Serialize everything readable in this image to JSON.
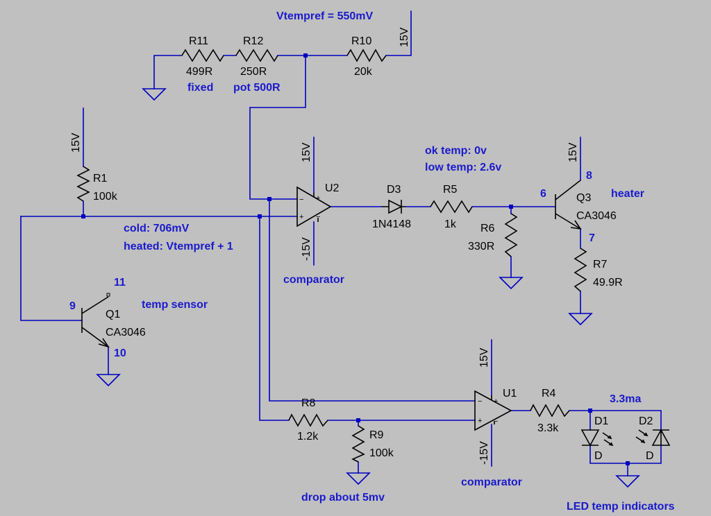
{
  "colors": {
    "background": "#c0c0c0",
    "wire": "#0000c0",
    "component": "#000000",
    "annotation": "#1a1acc"
  },
  "supplies": {
    "pos": "15V",
    "neg": "-15V"
  },
  "notes": {
    "vtempref": "Vtempref = 550mV",
    "r11_fixed": "fixed",
    "r12_pot": "pot 500R",
    "cold": "cold: 706mV",
    "heated": "heated: Vtempref + 1",
    "ok_temp": "ok temp: 0v",
    "low_temp": "low temp: 2.6v",
    "heater": "heater",
    "temp_sensor": "temp sensor",
    "comparator_u2": "comparator",
    "comparator_u1": "comparator",
    "drop": "drop about 5mv",
    "led_current": "3.3ma",
    "led_indicators": "LED temp indicators"
  },
  "resistors": {
    "r1": {
      "name": "R1",
      "value": "100k"
    },
    "r4": {
      "name": "R4",
      "value": "3.3k"
    },
    "r5": {
      "name": "R5",
      "value": "1k"
    },
    "r6": {
      "name": "R6",
      "value": "330R"
    },
    "r7": {
      "name": "R7",
      "value": "49.9R"
    },
    "r8": {
      "name": "R8",
      "value": "1.2k"
    },
    "r9": {
      "name": "R9",
      "value": "100k"
    },
    "r10": {
      "name": "R10",
      "value": "20k"
    },
    "r11": {
      "name": "R11",
      "value": "499R"
    },
    "r12": {
      "name": "R12",
      "value": "250R"
    }
  },
  "transistors": {
    "q1": {
      "name": "Q1",
      "model": "CA3046",
      "base_pin": "9",
      "collector_pin": "11",
      "emitter_pin": "10"
    },
    "q3": {
      "name": "Q3",
      "model": "CA3046",
      "base_pin": "6",
      "collector_pin": "8",
      "emitter_pin": "7"
    }
  },
  "diodes": {
    "d3": {
      "name": "D3",
      "model": "1N4148"
    },
    "d1": {
      "name": "D1",
      "model": "D"
    },
    "d2": {
      "name": "D2",
      "model": "D"
    }
  },
  "opamps": {
    "u1": {
      "name": "U1"
    },
    "u2": {
      "name": "U2"
    }
  },
  "pin_signs": {
    "plus": "+",
    "minus": "−"
  }
}
